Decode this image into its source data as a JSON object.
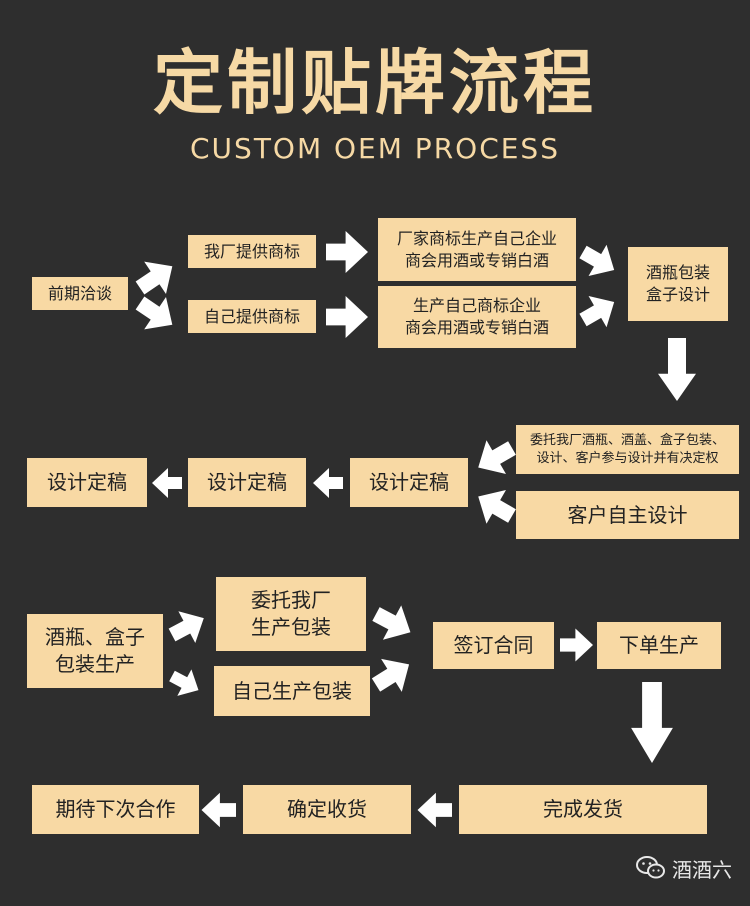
{
  "header": {
    "title": "定制贴牌流程",
    "subtitle": "CUSTOM OEM PROCESS"
  },
  "section1": {
    "initial": "前期洽谈",
    "factory_logo": "我厂提供商标",
    "own_logo": "自己提供商标",
    "factory_result_line1": "厂家商标生产自己企业",
    "factory_result_line2": "商会用酒或专销白酒",
    "own_result_line1": "生产自己商标企业",
    "own_result_line2": "商会用酒或专销白酒",
    "design_line1": "酒瓶包装",
    "design_line2": "盒子设计"
  },
  "section2": {
    "entrust_line1": "委托我厂酒瓶、酒盖、盒子包装、",
    "entrust_line2": "设计、客户参与设计并有决定权",
    "self_design": "客户自主设计",
    "final1": "设计定稿",
    "final2": "设计定稿",
    "final3": "设计定稿"
  },
  "section3": {
    "production_line1": "酒瓶、盒子",
    "production_line2": "包装生产",
    "entrust_pack_line1": "委托我厂",
    "entrust_pack_line2": "生产包装",
    "self_pack": "自己生产包装",
    "contract": "签订合同",
    "order": "下单生产",
    "ship": "完成发货",
    "receive": "确定收货",
    "next": "期待下次合作"
  },
  "brand": {
    "name": "酒酒六",
    "icon": "wechat-icon"
  },
  "colors": {
    "background": "#2e2e2e",
    "box": "#f8d9a4",
    "title": "#f6d9a5",
    "arrow": "#ffffff"
  }
}
